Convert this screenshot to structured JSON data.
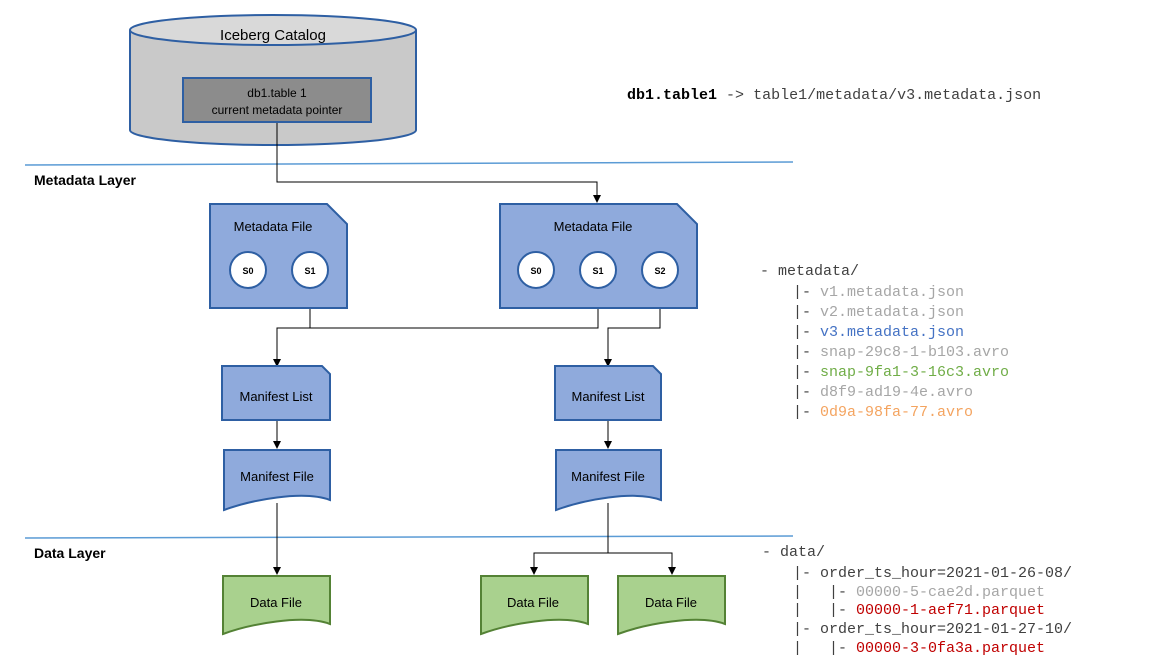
{
  "catalog": {
    "title": "Iceberg Catalog",
    "pointer_line1": "db1.table 1",
    "pointer_line2": "current metadata pointer"
  },
  "pointer_mapping": {
    "table": "db1.table1",
    "arrow": "->",
    "target": "table1/metadata/v3.metadata.json"
  },
  "layers": {
    "metadata": "Metadata Layer",
    "data": "Data Layer"
  },
  "metadata_files": [
    {
      "label": "Metadata File",
      "snapshots": [
        "S0",
        "S1"
      ]
    },
    {
      "label": "Metadata File",
      "snapshots": [
        "S0",
        "S1",
        "S2"
      ]
    }
  ],
  "manifest_lists": [
    "Manifest List",
    "Manifest List"
  ],
  "manifest_files": [
    "Manifest File",
    "Manifest File"
  ],
  "data_files": [
    "Data File",
    "Data File",
    "Data File"
  ],
  "metadata_tree": {
    "root": "- metadata/",
    "prefix": "|- ",
    "files": [
      {
        "name": "v1.metadata.json",
        "color": "#a6a6a6"
      },
      {
        "name": "v2.metadata.json",
        "color": "#a6a6a6"
      },
      {
        "name": "v3.metadata.json",
        "color": "#4472c4"
      },
      {
        "name": "snap-29c8-1-b103.avro",
        "color": "#a6a6a6"
      },
      {
        "name": "snap-9fa1-3-16c3.avro",
        "color": "#70ad47"
      },
      {
        "name": "d8f9-ad19-4e.avro",
        "color": "#a6a6a6"
      },
      {
        "name": "0d9a-98fa-77.avro",
        "color": "#f4a460"
      }
    ]
  },
  "data_tree": {
    "root": "- data/",
    "partitions": [
      {
        "name": "|- order_ts_hour=2021-01-26-08/",
        "files": [
          {
            "prefix": "|   |- ",
            "name": "00000-5-cae2d.parquet",
            "color": "#a6a6a6"
          },
          {
            "prefix": "|   |- ",
            "name": "00000-1-aef71.parquet",
            "color": "#c00000"
          }
        ]
      },
      {
        "name": "|- order_ts_hour=2021-01-27-10/",
        "files": [
          {
            "prefix": "|   |- ",
            "name": "00000-3-0fa3a.parquet",
            "color": "#c00000"
          }
        ]
      }
    ]
  },
  "colors": {
    "catalog_fill": "#c9c9c9",
    "metadata_fill": "#8faadc",
    "metadata_stroke": "#2e5fa3",
    "data_fill": "#a9d18e",
    "data_stroke": "#548235",
    "divider": "#5b9bd5",
    "tree_text": "#404040"
  }
}
